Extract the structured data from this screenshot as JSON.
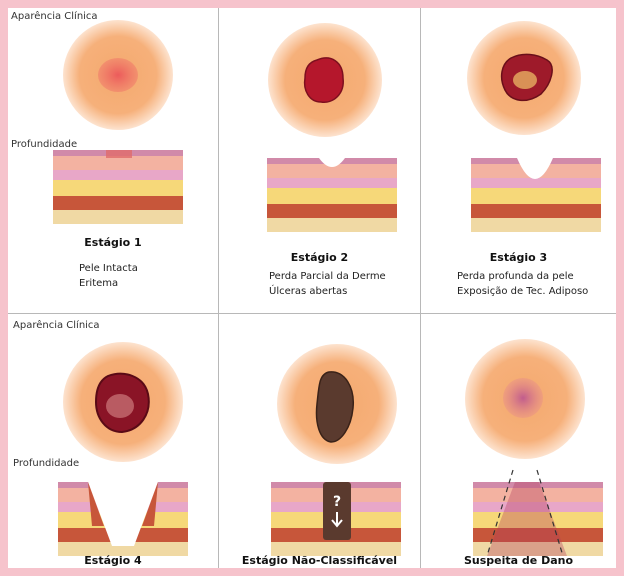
{
  "labels": {
    "clinical_top": "Aparência Clínica",
    "depth_top": "Profundidade",
    "clinical_bottom": "Aparência Clínica",
    "depth_bottom": "Profundidade"
  },
  "stages": [
    {
      "title": "Estágio 1",
      "line1": "Pele Intacta",
      "line2": "Eritema"
    },
    {
      "title": "Estágio 2",
      "line1": "Perda Parcial da Derme",
      "line2": "Úlceras abertas"
    },
    {
      "title": "Estágio 3",
      "line1": "Perda profunda da pele",
      "line2": "Exposição de Tec. Adiposo"
    },
    {
      "title": "Estágio 4"
    },
    {
      "title": "Estágio Não-Classificável",
      "marker": "?"
    },
    {
      "title": "Suspeita de Dano"
    }
  ],
  "colors": {
    "border": "#f6c3cc",
    "halo": "#f4a96e",
    "epidermis": "#f3b2a1",
    "dermis_pink": "#e8a7c8",
    "fat": "#f6d879",
    "muscle": "#c7563a",
    "bone": "#f0d9a4",
    "wound": "#b5172c",
    "eschar": "#5a3a2e"
  }
}
